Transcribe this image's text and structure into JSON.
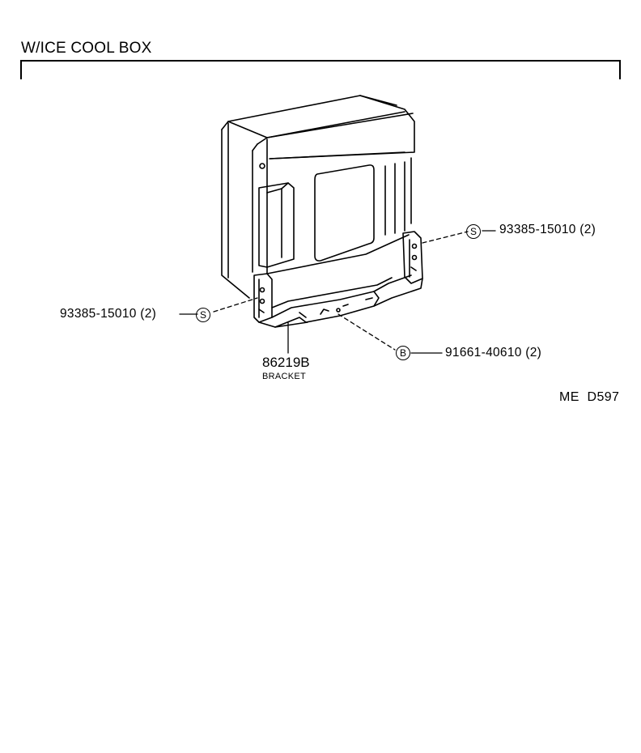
{
  "header": {
    "title": "W/ICE COOL BOX"
  },
  "parts": {
    "screw_right": {
      "badge": "S",
      "number": "93385-15010",
      "qty": "(2)"
    },
    "screw_left": {
      "badge": "S",
      "number": "93385-15010",
      "qty": "(2)"
    },
    "bolt": {
      "badge": "B",
      "number": "91661-40610",
      "qty": "(2)"
    },
    "bracket": {
      "number": "86219B",
      "name": "BRACKET"
    }
  },
  "footer": {
    "reference": "ME  D597"
  }
}
